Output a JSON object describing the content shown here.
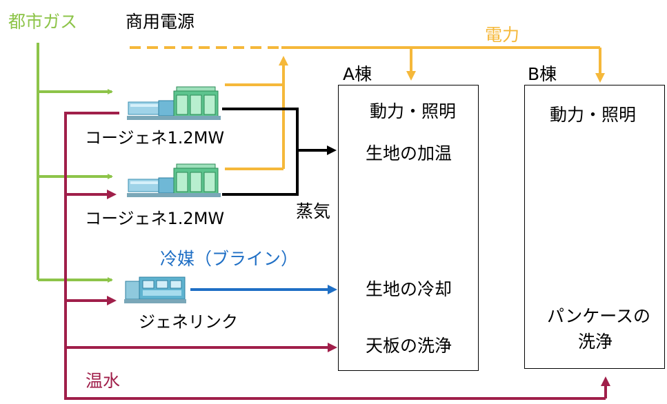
{
  "colors": {
    "gas": "#8dc449",
    "power": "#f5b83a",
    "steam": "#000000",
    "refrigerant": "#1f6fc5",
    "hot_water": "#a01f4a"
  },
  "labels": {
    "city_gas": "都市ガス",
    "grid_power": "商用電源",
    "electricity": "電力",
    "steam": "蒸気",
    "refrigerant": "冷媒（ブライン）",
    "hot_water": "温水"
  },
  "equipment": [
    {
      "icon": "cogeneration-unit-icon",
      "label": "コージェネ1.2MW"
    },
    {
      "icon": "cogeneration-unit-icon",
      "label": "コージェネ1.2MW"
    },
    {
      "icon": "genelink-chiller-icon",
      "label": "ジェネリンク"
    }
  ],
  "building_a": {
    "title": "A棟",
    "uses": [
      "動力・照明",
      "生地の加温",
      "生地の冷却",
      "天板の洗浄"
    ]
  },
  "building_b": {
    "title": "B棟",
    "uses": [
      "動力・照明",
      "パンケースの",
      "洗浄"
    ]
  }
}
